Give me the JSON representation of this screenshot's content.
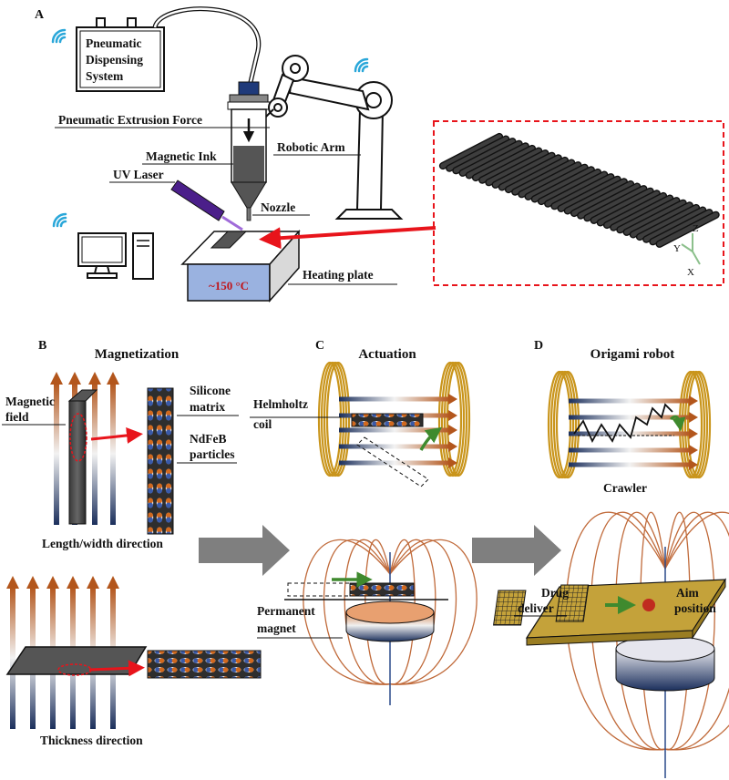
{
  "panels": {
    "a": {
      "letter": "A",
      "pneumatic_system": [
        "Pneumatic",
        "Dispensing",
        "System"
      ],
      "extrusion_force": "Pneumatic Extrusion Force",
      "magnetic_ink": "Magnetic Ink",
      "robotic_arm": "Robotic Arm",
      "uv_laser": "UV Laser",
      "nozzle": "Nozzle",
      "temperature": "~150 °C",
      "heating_plate": "Heating plate",
      "axes": {
        "x": "X",
        "y": "Y",
        "z": "Z"
      }
    },
    "b": {
      "letter": "B",
      "title": "Magnetization",
      "magnetic_field": [
        "Magnetic",
        "field"
      ],
      "silicone_matrix": [
        "Silicone",
        "matrix"
      ],
      "ndfeb_particles": [
        "NdFeB",
        "particles"
      ],
      "length_width": "Length/width direction",
      "thickness": "Thickness direction"
    },
    "c": {
      "letter": "C",
      "title": "Actuation",
      "helmholtz_coil": [
        "Helmholtz",
        "coil"
      ],
      "permanent_magnet": [
        "Permanent",
        "magnet"
      ]
    },
    "d": {
      "letter": "D",
      "title": "Origami robot",
      "crawler": "Crawler",
      "drug_deliver": [
        "Drug",
        "deliver"
      ],
      "aim_position": [
        "Aim",
        "position"
      ]
    }
  },
  "colors": {
    "field_orange": "#b3561c",
    "field_blue": "#1b2f5c",
    "coil_gold": "#c9951c",
    "arrow_red": "#e8141b",
    "arrow_green": "#3f8a2e",
    "plate_gold": "#c4a23a",
    "laser_purple": "#4b1f8a",
    "wifi_blue": "#2aa7d9",
    "temp_red": "#c0161b"
  }
}
